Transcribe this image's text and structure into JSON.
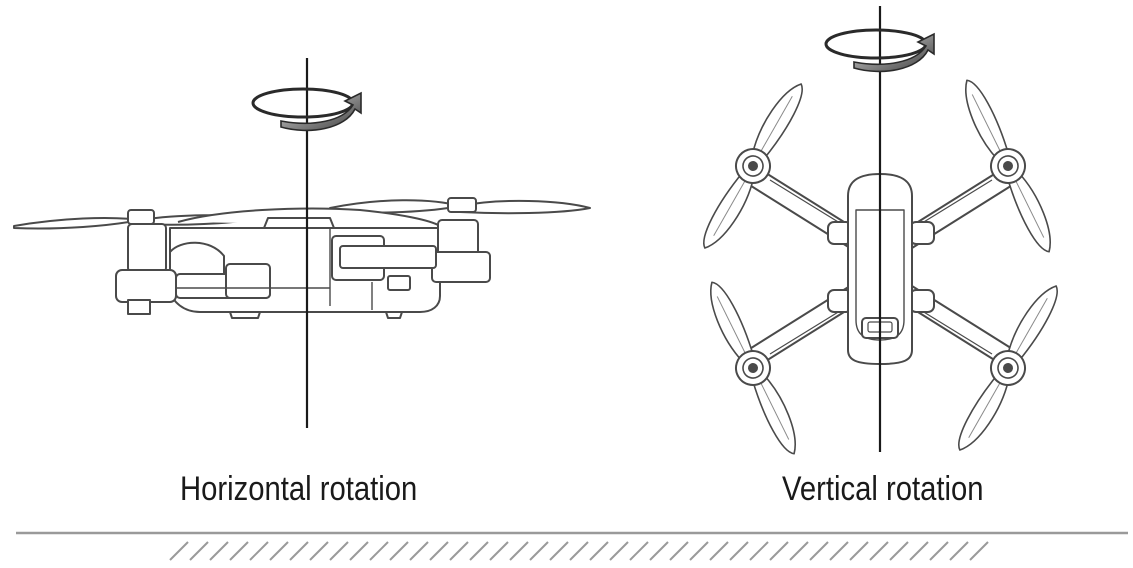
{
  "panels": [
    {
      "id": "horizontal",
      "caption": "Horizontal rotation"
    },
    {
      "id": "vertical",
      "caption": "Vertical rotation"
    }
  ],
  "colors": {
    "line": "#1a1a1a",
    "outline": "#4a4a4a",
    "arrow_dark": "#555555",
    "arrow_light": "#9a9a9a",
    "ground": "#9a9a9a"
  },
  "icons": [
    "rotation-arrow-icon",
    "drone-side-view",
    "drone-top-view",
    "ground-hatch"
  ]
}
